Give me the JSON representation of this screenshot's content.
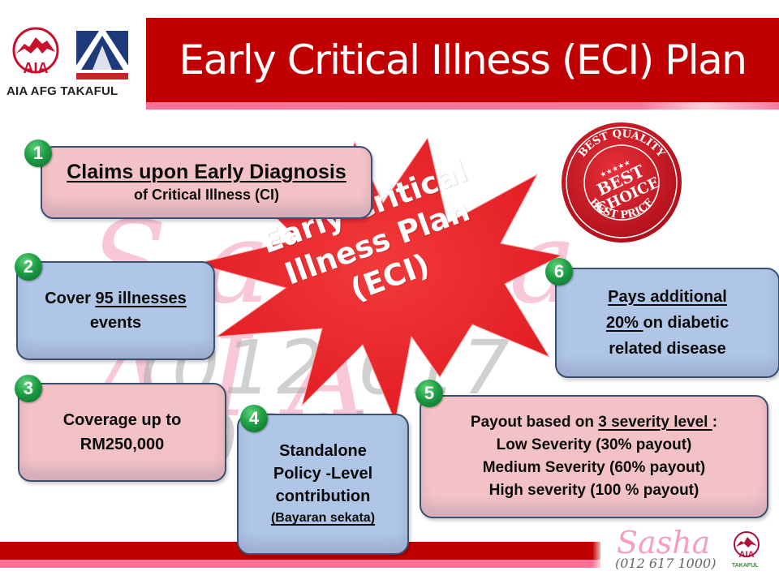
{
  "header": {
    "title": "Early Critical Illness (ECI) Plan",
    "logo_label": "AIA AFG TAKAFUL",
    "colors": {
      "title_bar": "#c00000",
      "title_underline": "#ff6f96"
    }
  },
  "center_burst": {
    "line1": "Early Critical",
    "line2": "Illness Plan",
    "line3": "(ECI)",
    "color": "#e8202a"
  },
  "seal": {
    "outer_top": "BEST QUALITY",
    "outer_bottom": "BEST PRICE",
    "center_line1": "BEST",
    "center_line2": "CHOICE",
    "stars": "★★★★★"
  },
  "features": [
    {
      "number": "1",
      "line1": "Claims upon Early Diagnosis",
      "line2": "of Critical Illness (CI)"
    },
    {
      "number": "2",
      "prefix": "Cover ",
      "highlight": "95 illnesses",
      "line2": "events"
    },
    {
      "number": "3",
      "line1": "Coverage up to",
      "line2": "RM250,000"
    },
    {
      "number": "4",
      "line1": "Standalone",
      "line2": "Policy -Level",
      "line3": "contribution",
      "line4": "(Bayaran sekata)"
    },
    {
      "number": "5",
      "line1_prefix": "Payout based on ",
      "line1_highlight": "3 severity level ",
      "line1_suffix": ":",
      "line2": "Low Severity (30% payout)",
      "line3": "Medium Severity (60% payout)",
      "line4": "High severity (100 % payout)"
    },
    {
      "number": "6",
      "line1": "Pays additional",
      "line2_highlight": "20% ",
      "line2_suffix": "on diabetic",
      "line3": "related disease"
    }
  ],
  "watermark": {
    "name": "Sasha AIA",
    "phone": "(012 617 1000)"
  },
  "footer": {
    "signature": "Sasha",
    "phone": "(012 617 1000)",
    "logo_label": "TAKAFUL"
  }
}
